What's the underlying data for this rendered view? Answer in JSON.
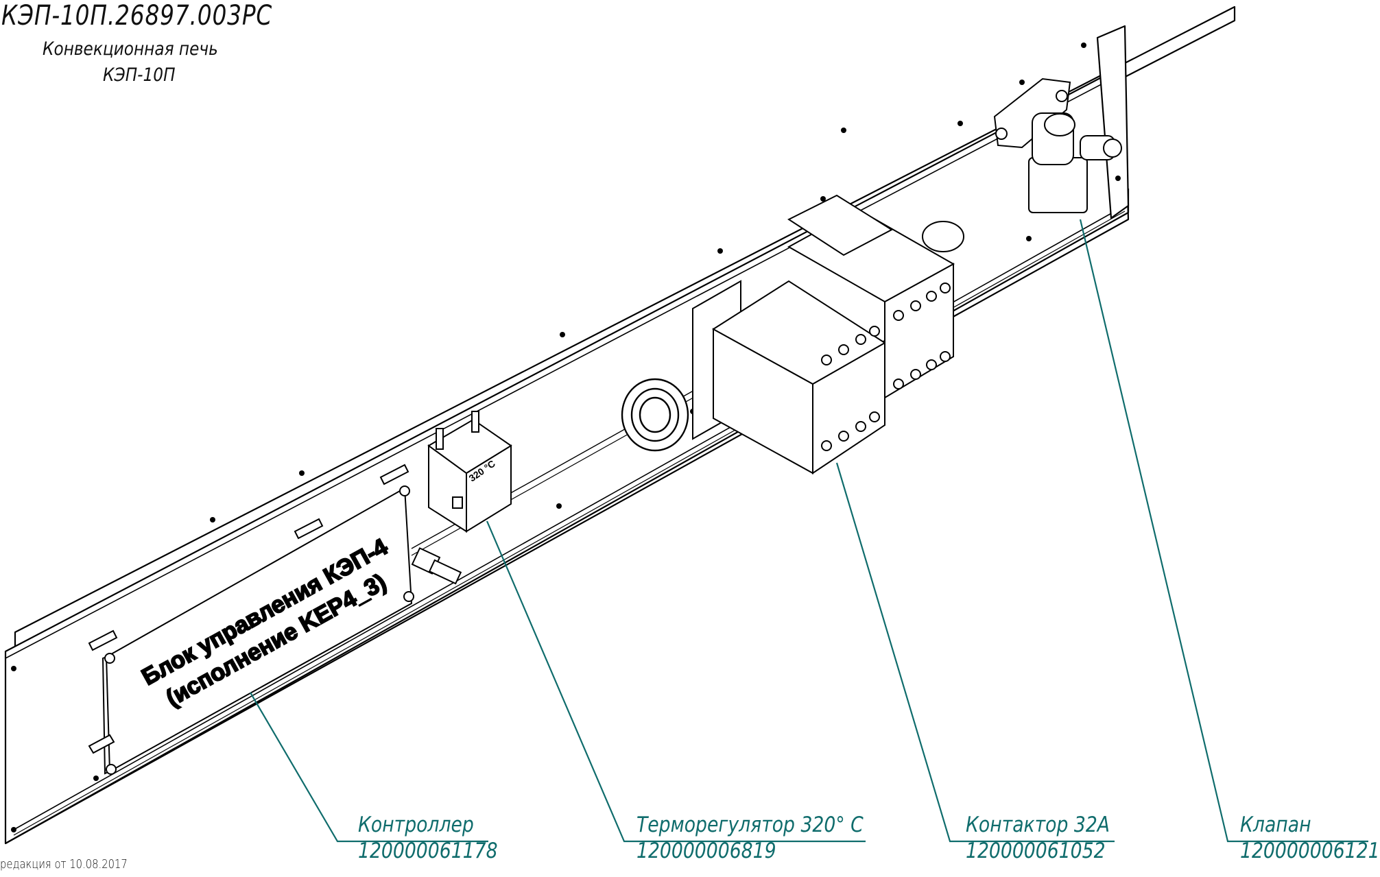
{
  "header": {
    "doc_code": "КЭП-10П.26897.003РС",
    "title": "Конвекционная печь",
    "model": "КЭП-10П"
  },
  "unit_label": {
    "line1": "Блок управления КЭП-4",
    "line2": "(исполнение KEP4_3)"
  },
  "thermostat_scale": "320 °C",
  "callouts": [
    {
      "name": "Контроллер",
      "code": "120000061178"
    },
    {
      "name": "Терморегулятор 320° С",
      "code": "120000006819"
    },
    {
      "name": "Контактор 32А",
      "code": "120000061052"
    },
    {
      "name": "Клапан",
      "code": "120000006121"
    }
  ],
  "footer": {
    "revision": "редакция от 10.08.2017"
  },
  "colors": {
    "callout": "#0f6c6c",
    "line": "#000000",
    "background": "#ffffff"
  }
}
